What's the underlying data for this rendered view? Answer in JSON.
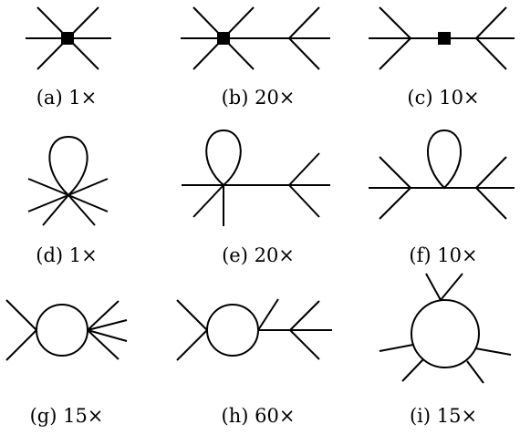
{
  "figure": {
    "panels": [
      {
        "id": "a",
        "caption": "(a) 1×"
      },
      {
        "id": "b",
        "caption": "(b) 20×"
      },
      {
        "id": "c",
        "caption": "(c) 10×"
      },
      {
        "id": "d",
        "caption": "(d) 1×"
      },
      {
        "id": "e",
        "caption": "(e) 20×"
      },
      {
        "id": "f",
        "caption": "(f) 10×"
      },
      {
        "id": "g",
        "caption": "(g) 15×"
      },
      {
        "id": "h",
        "caption": "(h) 60×"
      },
      {
        "id": "i",
        "caption": "(i) 15×"
      }
    ]
  }
}
